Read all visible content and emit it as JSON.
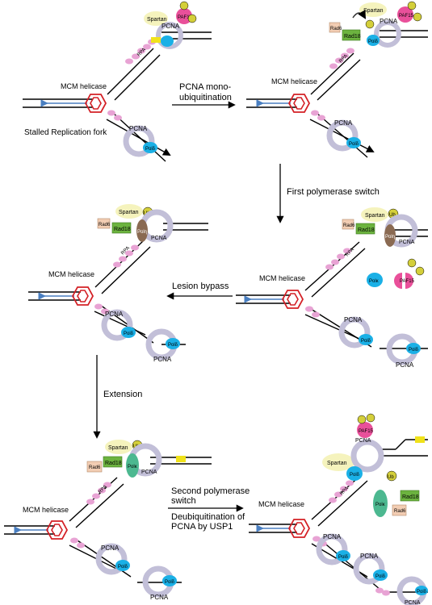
{
  "labels": {
    "mcm_helicase": "MCM helicase",
    "stalled_fork": "Stalled Replication fork",
    "pcna": "PCNA",
    "spartan": "Spartan",
    "ub": "Ub",
    "paf15": "PAF15",
    "pol_delta": "Polδ",
    "pol_eta": "Polη",
    "pol_kappa": "Polκ",
    "rad18": "Rad18",
    "rad6": "Rad6",
    "rpa": "RPA"
  },
  "steps": {
    "mono_ub_line1": "PCNA mono-",
    "mono_ub_line2": "ubiquitination",
    "first_switch": "First polymerase switch",
    "lesion_bypass": "Lesion bypass",
    "extension": "Extension",
    "second_switch_line1": "Second polymerase",
    "second_switch_line2": "switch",
    "deub_line1": "Deubiquitination of",
    "deub_line2": "PCNA by USP1"
  },
  "colors": {
    "strand": "#000000",
    "helicase": "#d42026",
    "leading_arrow": "#4a7fc1",
    "pcna_ring": "#c2bfd8",
    "pcna_edge": "#8e8aa8",
    "rpa": "#e8a3d4",
    "pol_delta": "#1ab0e6",
    "pol_eta": "#8a6a52",
    "pol_kappa": "#4cb890",
    "spartan": "#f5f3bd",
    "ub": "#d4cf3a",
    "paf15": "#e9509a",
    "rad18": "#6cb33f",
    "rad6": "#f2cdb3",
    "lesion": "#f0e21a"
  }
}
